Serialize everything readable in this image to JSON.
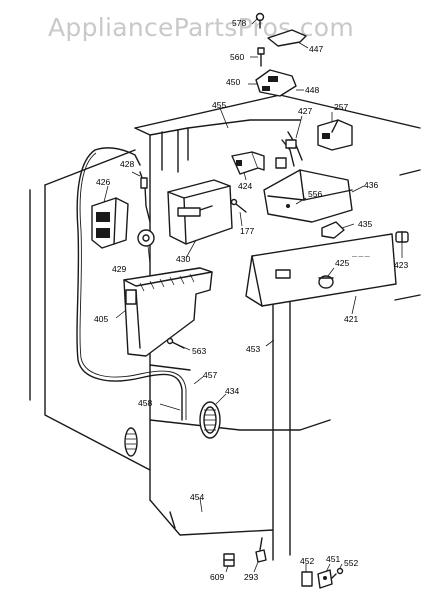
{
  "watermark": "AppliancePartsPros.com",
  "parts": {
    "p578": "578",
    "p447": "447",
    "p560": "560",
    "p450": "450",
    "p448": "448",
    "p455": "455",
    "p427": "427",
    "p257": "257",
    "p428": "428",
    "p426": "426",
    "p424": "424",
    "p556": "556",
    "p436": "436",
    "p177": "177",
    "p435": "435",
    "p429": "429",
    "p430": "430",
    "p425": "425",
    "p423": "423",
    "p405": "405",
    "p421": "421",
    "p563": "563",
    "p453": "453",
    "p457": "457",
    "p434": "434",
    "p458": "458",
    "p454": "454",
    "p452": "452",
    "p451": "451",
    "p609": "609",
    "p293": "293",
    "p552": "552"
  }
}
